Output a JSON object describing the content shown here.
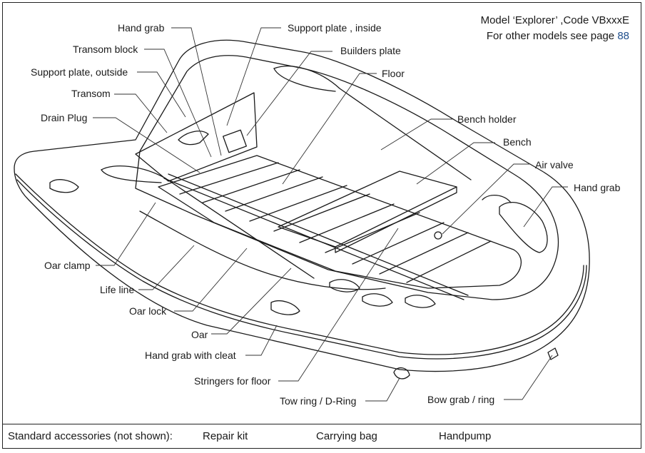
{
  "model": {
    "line1": "Model ‘Explorer’ ,Code VBxxxE",
    "line2_prefix": "For other models see page",
    "page_ref": "88",
    "page_ref_color": "#1f4e8c"
  },
  "labels": {
    "hand_grab_top": "Hand grab",
    "support_plate_inside": "Support plate , inside",
    "transom_block": "Transom block",
    "builders_plate": "Builders plate",
    "support_plate_outside": "Support plate, outside",
    "floor": "Floor",
    "transom": "Transom",
    "drain_plug": "Drain Plug",
    "bench_holder": "Bench holder",
    "bench": "Bench",
    "air_valve": "Air valve",
    "hand_grab_right": "Hand grab",
    "oar_clamp": "Oar clamp",
    "life_line": "Life line",
    "oar_lock": "Oar lock",
    "oar": "Oar",
    "hand_grab_with_cleat": "Hand grab with cleat",
    "stringers_for_floor": "Stringers for floor",
    "tow_ring": "Tow ring / D-Ring",
    "bow_grab": "Bow grab / ring"
  },
  "footer": {
    "title": "Standard accessories (not shown):",
    "item1": "Repair kit",
    "item2": "Carrying bag",
    "item3": "Handpump"
  }
}
